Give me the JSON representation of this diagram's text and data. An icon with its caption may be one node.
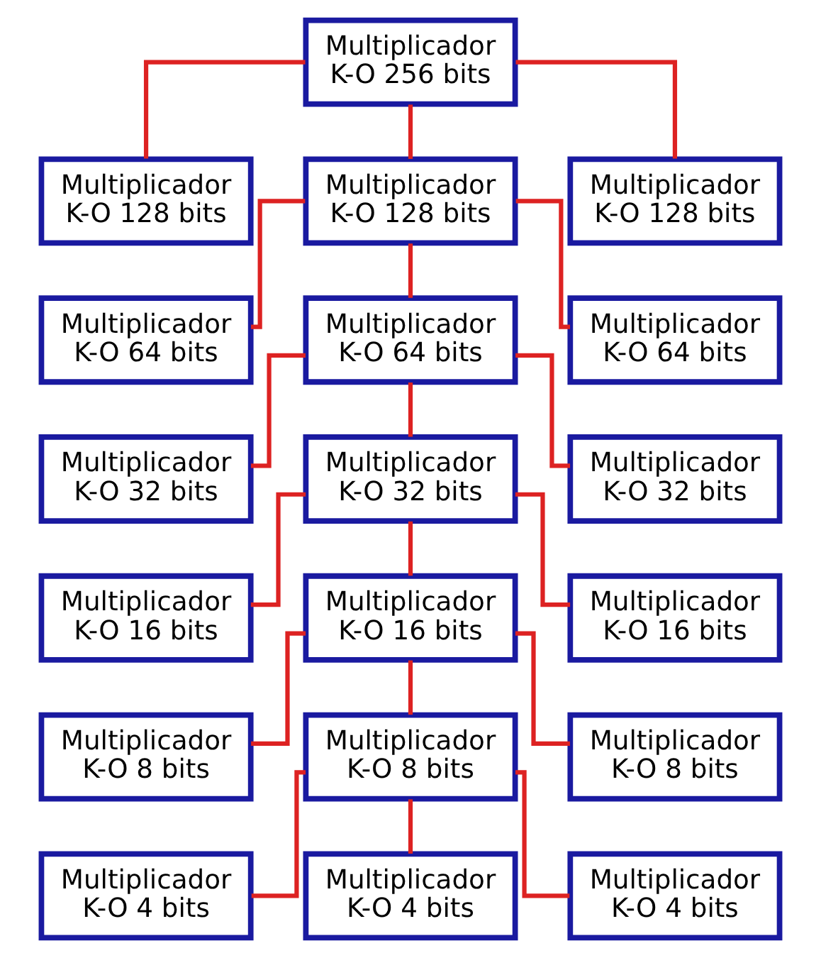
{
  "diagram": {
    "nodes": [
      {
        "text": [
          "Multiplicador K-O 256 bits"
        ]
      },
      {
        "text": [
          "Multiplicador K-O 128 bits"
        ]
      },
      {
        "text": [
          "Multiplicador K-O 128 bits"
        ]
      },
      {
        "text": [
          "Multiplicador K-O 128 bits"
        ]
      },
      {
        "text": [
          "Multiplicador K-O 64 bits"
        ]
      },
      {
        "text": [
          "Multiplicador K-O 64 bits"
        ]
      },
      {
        "text": [
          "Multiplicador K-O 64 bits"
        ]
      },
      {
        "text": [
          "Multiplicador K-O 32 bits"
        ]
      },
      {
        "text": [
          "Multiplicador K-O 32 bits"
        ]
      },
      {
        "text": [
          "Multiplicador K-O 32 bits"
        ]
      },
      {
        "text": [
          "Multiplicador K-O 16 bits"
        ]
      },
      {
        "text": [
          "Multiplicador K-O 16 bits"
        ]
      },
      {
        "text": [
          "Multiplicador K-O 16 bits"
        ]
      },
      {
        "text": [
          "Multiplicador K-O 8 bits"
        ]
      },
      {
        "text": [
          "Multiplicador K-O 8 bits"
        ]
      },
      {
        "text": [
          "Multiplicador K-O 8 bits"
        ]
      },
      {
        "text": [
          "Multiplicador K-O 4 bits"
        ]
      },
      {
        "text": [
          "Multiplicador K-O 4 bits"
        ]
      },
      {
        "text": [
          "Multiplicador K-O 4 bits"
        ]
      }
    ],
    "edges": [
      {
        "from": 0,
        "to": 1,
        "arrow": "none"
      },
      {
        "from": 0,
        "to": 2,
        "arrow": "none"
      },
      {
        "from": 0,
        "to": 3,
        "arrow": "none"
      },
      {
        "from": 2,
        "to": 4,
        "arrow": "none"
      },
      {
        "from": 2,
        "to": 5,
        "arrow": "none"
      },
      {
        "from": 2,
        "to": 6,
        "arrow": "none"
      },
      {
        "from": 5,
        "to": 7,
        "arrow": "none"
      },
      {
        "from": 5,
        "to": 8,
        "arrow": "none"
      },
      {
        "from": 5,
        "to": 9,
        "arrow": "none"
      },
      {
        "from": 8,
        "to": 10,
        "arrow": "none"
      },
      {
        "from": 8,
        "to": 11,
        "arrow": "none"
      },
      {
        "from": 8,
        "to": 12,
        "arrow": "none"
      },
      {
        "from": 11,
        "to": 13,
        "arrow": "none"
      },
      {
        "from": 11,
        "to": 14,
        "arrow": "none"
      },
      {
        "from": 11,
        "to": 15,
        "arrow": "none"
      },
      {
        "from": 14,
        "to": 16,
        "arrow": "none"
      },
      {
        "from": 14,
        "to": 17,
        "arrow": "none"
      },
      {
        "from": 14,
        "to": 18,
        "arrow": "none"
      }
    ]
  }
}
